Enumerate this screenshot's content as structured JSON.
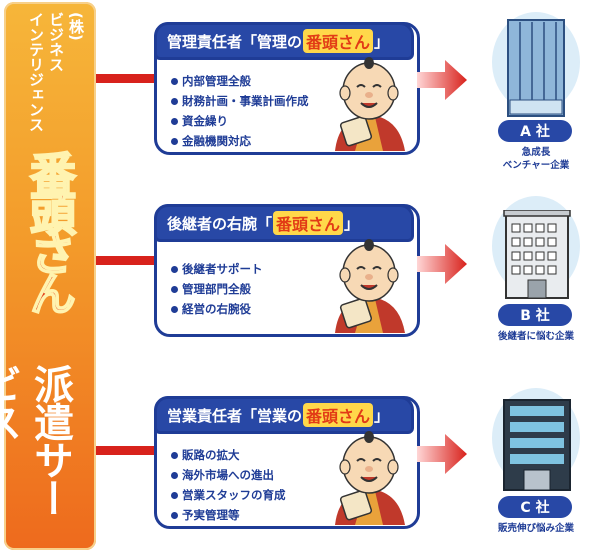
{
  "banner": {
    "corp_label": "(株)",
    "corp_line1": "ビジネス",
    "corp_line2": "インテリジェンス",
    "mascot_name": "番頭さん",
    "service": "派遣サービス"
  },
  "cards": [
    {
      "title_prefix": "管理責任者「管理の",
      "title_highlight": "番頭さん",
      "title_suffix": "」",
      "items": [
        "内部管理全般",
        "財務計画・事業計画作成",
        "資金繰り",
        "金融機関対応"
      ]
    },
    {
      "title_prefix": "後継者の右腕「",
      "title_highlight": "番頭さん",
      "title_suffix": "」",
      "items": [
        "後継者サポート",
        "管理部門全般",
        "経営の右腕役"
      ]
    },
    {
      "title_prefix": "営業責任者「営業の",
      "title_highlight": "番頭さん",
      "title_suffix": "」",
      "items": [
        "販路の拡大",
        "海外市場への進出",
        "営業スタッフの育成",
        "予実管理等"
      ]
    }
  ],
  "companies": [
    {
      "badge": "A 社",
      "desc_line1": "急成長",
      "desc_line2": "ベンチャー企業",
      "icon": "office-building-icon"
    },
    {
      "badge": "B 社",
      "desc_line1": "後継者に悩む企業",
      "desc_line2": "",
      "icon": "office-building-icon"
    },
    {
      "badge": "C 社",
      "desc_line1": "販売伸び悩み企業",
      "desc_line2": "",
      "icon": "office-building-icon"
    }
  ],
  "colors": {
    "accent": "#2848a6",
    "arrow": "#d8221c",
    "banner": "#f39a2a",
    "mascot_text": "#e23b16"
  }
}
